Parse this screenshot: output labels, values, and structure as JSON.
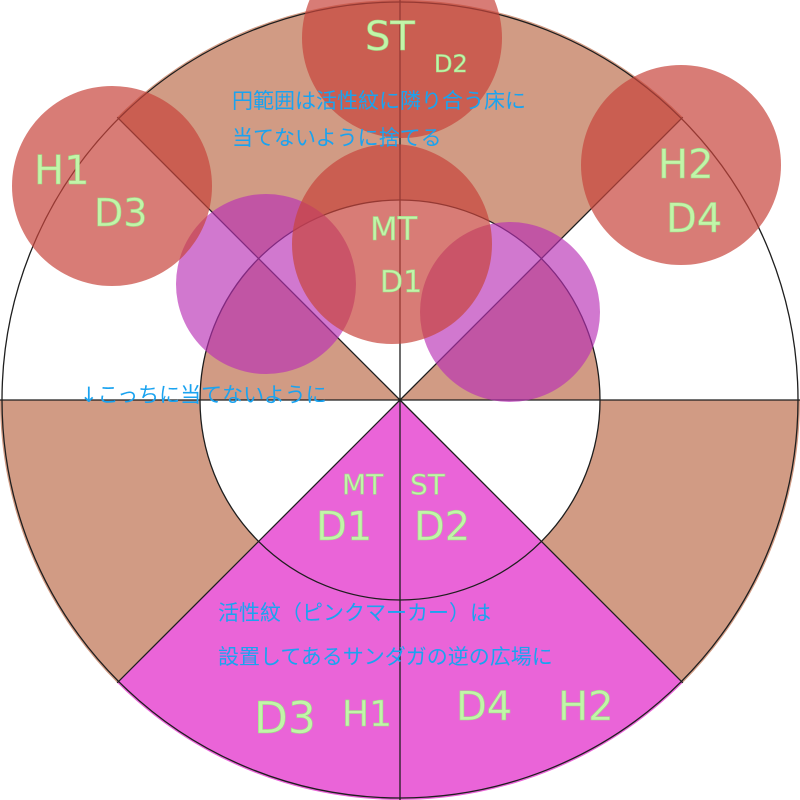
{
  "colors": {
    "background": "#ffffff",
    "ring_fill": "#d19b84",
    "active_mark_fill": "#ea64d8",
    "aoe_circle_red": "#c8443c",
    "aoe_circle_purple": "#b82fb5",
    "grid_line": "#1e1e1e",
    "note_text": "#1aa3f0",
    "label_text": "#c2f5a9"
  },
  "notes": {
    "top": [
      "円範囲は活性紋に隣り合う床に",
      "当てないように捨てる"
    ],
    "middle": "↓こっちに当てないように",
    "bottom": [
      "活性紋（ピンクマーカー）は",
      "設置してあるサンダガの逆の広場に"
    ]
  },
  "labels": {
    "circle_top": {
      "role": "ST",
      "sub": "D2"
    },
    "circle_center": {
      "role": "MT",
      "sub": "D1"
    },
    "circle_left": {
      "role": "H1",
      "sub": "D3"
    },
    "circle_right": {
      "role": "H2",
      "sub": "D4"
    },
    "pink_inner_left": {
      "role": "MT",
      "sub": "D1"
    },
    "pink_inner_right": {
      "role": "ST",
      "sub": "D2"
    },
    "pink_outer": [
      "D3",
      "H1",
      "D4",
      "H2"
    ]
  }
}
